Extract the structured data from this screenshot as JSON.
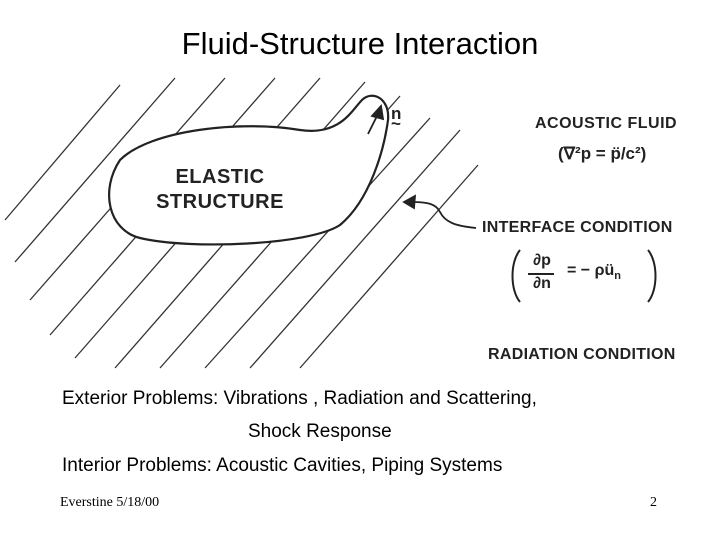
{
  "slide": {
    "title": "Fluid-Structure Interaction",
    "figure": {
      "elastic_line1": "ELASTIC",
      "elastic_line2": "STRUCTURE",
      "normal_label": "n",
      "normal_tilde": "~",
      "acoustic_fluid": "ACOUSTIC FLUID",
      "wave_equation": "(∇²p = p̈/c²)",
      "interface_condition": "INTERFACE CONDITION",
      "interface_num": "∂p",
      "interface_den": "∂n",
      "interface_rhs": "= − ρü",
      "interface_sub": "n",
      "radiation_condition": "RADIATION CONDITION"
    },
    "lines": {
      "exterior": "Exterior Problems: Vibrations , Radiation and Scattering,",
      "exterior_cont": "Shock Response",
      "interior": "Interior Problems:  Acoustic Cavities, Piping Systems"
    },
    "footer": {
      "author_date": "Everstine 5/18/00",
      "page_number": "2"
    }
  }
}
